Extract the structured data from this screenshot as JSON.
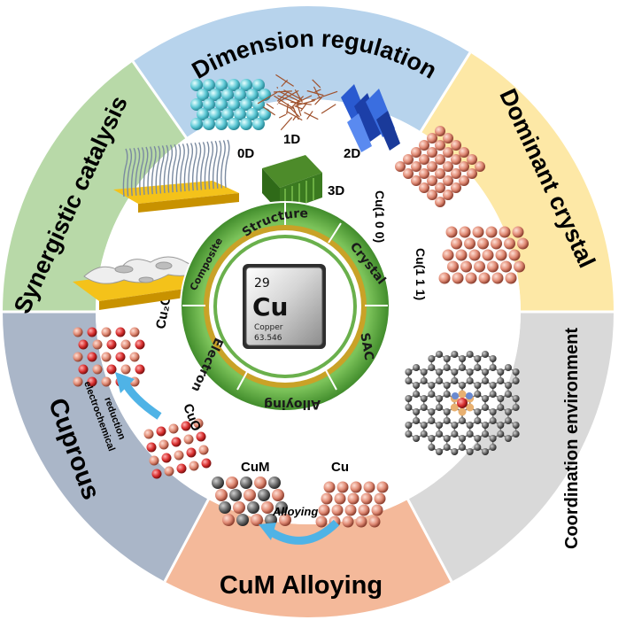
{
  "outer_sectors": {
    "top": "Dimension regulation",
    "top_right": "Dominant crystal",
    "right": "Coordination environment",
    "bottom": "CuM Alloying",
    "bottom_left": "Cuprous",
    "top_left": "Synergistic catalysis"
  },
  "inner_ring": {
    "structure": "Structure",
    "crystal": "Crystal",
    "sac": "SAC",
    "alloying": "Alloying",
    "electron": "Electron",
    "composite": "Composite"
  },
  "element_tile": {
    "number": "29",
    "symbol": "Cu",
    "name": "Copper",
    "mass": "63.546"
  },
  "labels": {
    "d0": "0D",
    "d1": "1D",
    "d2": "2D",
    "d3": "3D",
    "cu100": "Cu(1 0 0)",
    "cu111": "Cu(1 1 1)",
    "cum": "CuM",
    "cu": "Cu",
    "alloying_arrow": "Alloying",
    "cu2o": "Cu₂O",
    "cuo": "CuO",
    "electrochemical": "electrochemical",
    "reduction": "reduction"
  },
  "colors": {
    "top": "#b7d3ec",
    "top_right": "#fde8a6",
    "right": "#d9d9d9",
    "bottom": "#f4b99a",
    "bottom_left": "#aab6c8",
    "top_left": "#b8d9a8",
    "inner_ring": "#6ab04c",
    "inner_gold": "#c9a227"
  }
}
